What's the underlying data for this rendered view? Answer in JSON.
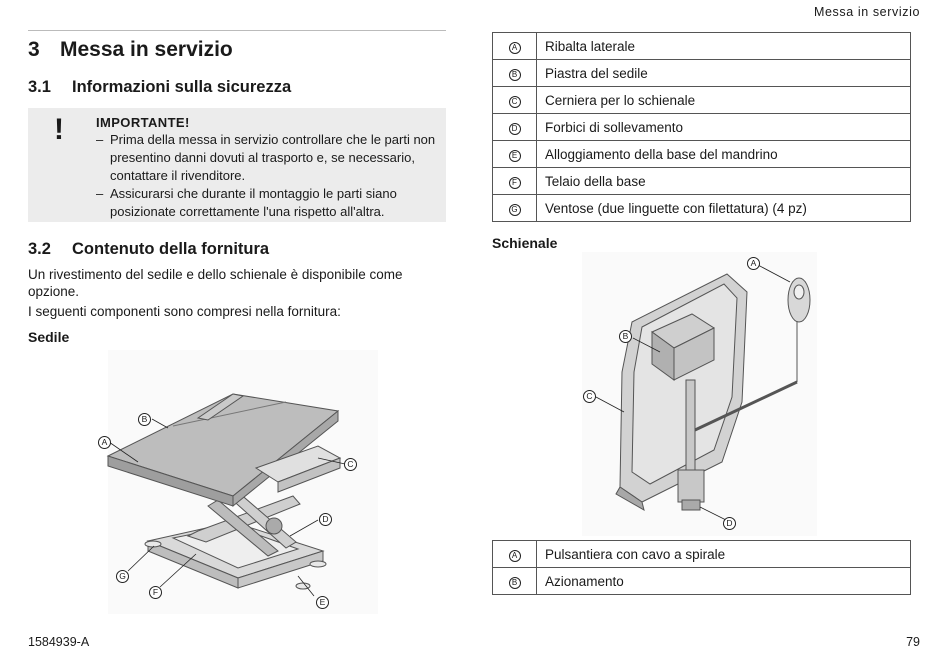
{
  "header": {
    "running_title": "Messa in servizio"
  },
  "footer": {
    "doc_number": "1584939-A",
    "page_number": "79"
  },
  "section": {
    "number": "3",
    "title": "Messa in servizio"
  },
  "safety": {
    "number": "3.1",
    "title": "Informazioni sulla sicurezza",
    "notice_symbol": "!",
    "notice_title": "IMPORTANTE!",
    "items": [
      "Prima della messa in servizio controllare che le parti non presentino danni dovuti al trasporto e, se necessario, contattare il rivenditore.",
      "Assicurarsi che durante il montaggio le parti siano posizionate correttamente l'una rispetto all'altra."
    ]
  },
  "contents": {
    "number": "3.2",
    "title": "Contenuto della fornitura",
    "paragraphs": [
      "Un rivestimento del sedile e dello schienale è disponibile come opzione.",
      "I seguenti componenti sono compresi nella fornitura:"
    ],
    "seat_heading": "Sedile"
  },
  "seat_parts": [
    {
      "key": "A",
      "label": "Ribalta laterale"
    },
    {
      "key": "B",
      "label": "Piastra del sedile"
    },
    {
      "key": "C",
      "label": "Cerniera per lo schienale"
    },
    {
      "key": "D",
      "label": "Forbici di sollevamento"
    },
    {
      "key": "E",
      "label": "Alloggiamento della base del mandrino"
    },
    {
      "key": "F",
      "label": "Telaio della base"
    },
    {
      "key": "G",
      "label": "Ventose (due linguette con filettatura) (4 pz)"
    }
  ],
  "backrest_heading": "Schienale",
  "backrest_parts": [
    {
      "key": "A",
      "label": "Pulsantiera con cavo a spirale"
    },
    {
      "key": "B",
      "label": "Azionamento"
    }
  ],
  "seat_figure_callouts": [
    "A",
    "B",
    "C",
    "D",
    "E",
    "F",
    "G"
  ],
  "backrest_figure_callouts": [
    "A",
    "B",
    "C",
    "D"
  ]
}
